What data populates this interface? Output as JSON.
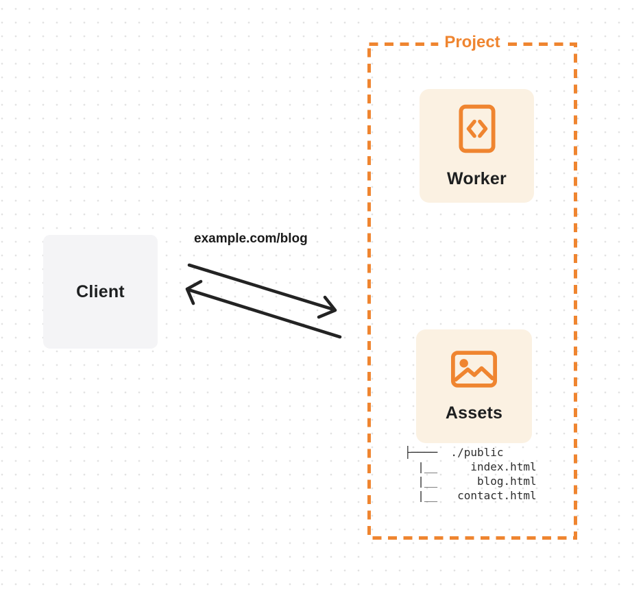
{
  "colors": {
    "accent_orange": "#ef8530",
    "card_background": "#fbf1e2",
    "client_background": "#f4f4f6",
    "ink": "#1d1f20",
    "arrow": "#232323",
    "background_dot": "#e2e2e2"
  },
  "client": {
    "label": "Client"
  },
  "request": {
    "label": "example.com/blog"
  },
  "project": {
    "label": "Project",
    "worker": {
      "label": "Worker",
      "icon": "code-icon"
    },
    "assets": {
      "label": "Assets",
      "icon": "image-icon",
      "file_tree": [
        "├────  ./public",
        "  |__     index.html",
        "  |__      blog.html",
        "  |__   contact.html"
      ]
    }
  }
}
